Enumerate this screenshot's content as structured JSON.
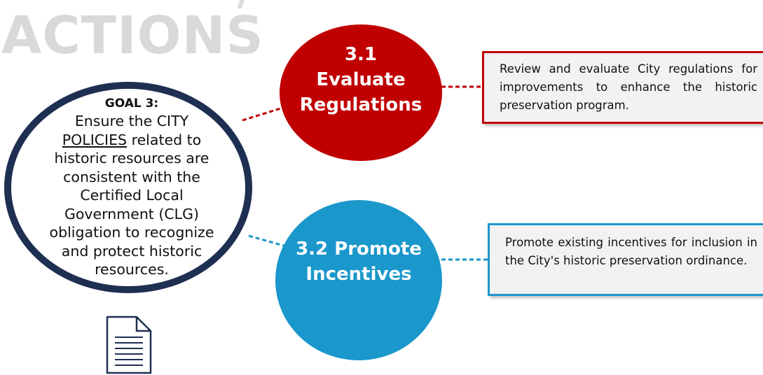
{
  "heading": {
    "text": "ACTIONS"
  },
  "goal": {
    "label": "GOAL 3:",
    "lines": [
      "Ensure the CITY",
      "POLICIES",
      " related to",
      "historic resources are",
      "consistent with the",
      "Certified Local",
      "Government (CLG)",
      "obligation to recognize",
      "and protect historic",
      "resources."
    ]
  },
  "actions": [
    {
      "number": "3.1",
      "title_line1": "Evaluate",
      "title_line2": "Regulations",
      "description": "Review and evaluate City regulations for improvements to enhance the historic preservation program."
    },
    {
      "title_line1": "3.2 Promote",
      "title_line2": "Incentives",
      "description": "Promote existing incentives for inclusion in the City's historic preservation ordinance."
    }
  ],
  "colors": {
    "goal_border": "#1f2f52",
    "action_1": "#c00000",
    "action_2": "#1a97cb",
    "heading": "#d9d9d9",
    "box_fill": "#f2f2f2"
  },
  "icons": {
    "document": "document-icon"
  }
}
